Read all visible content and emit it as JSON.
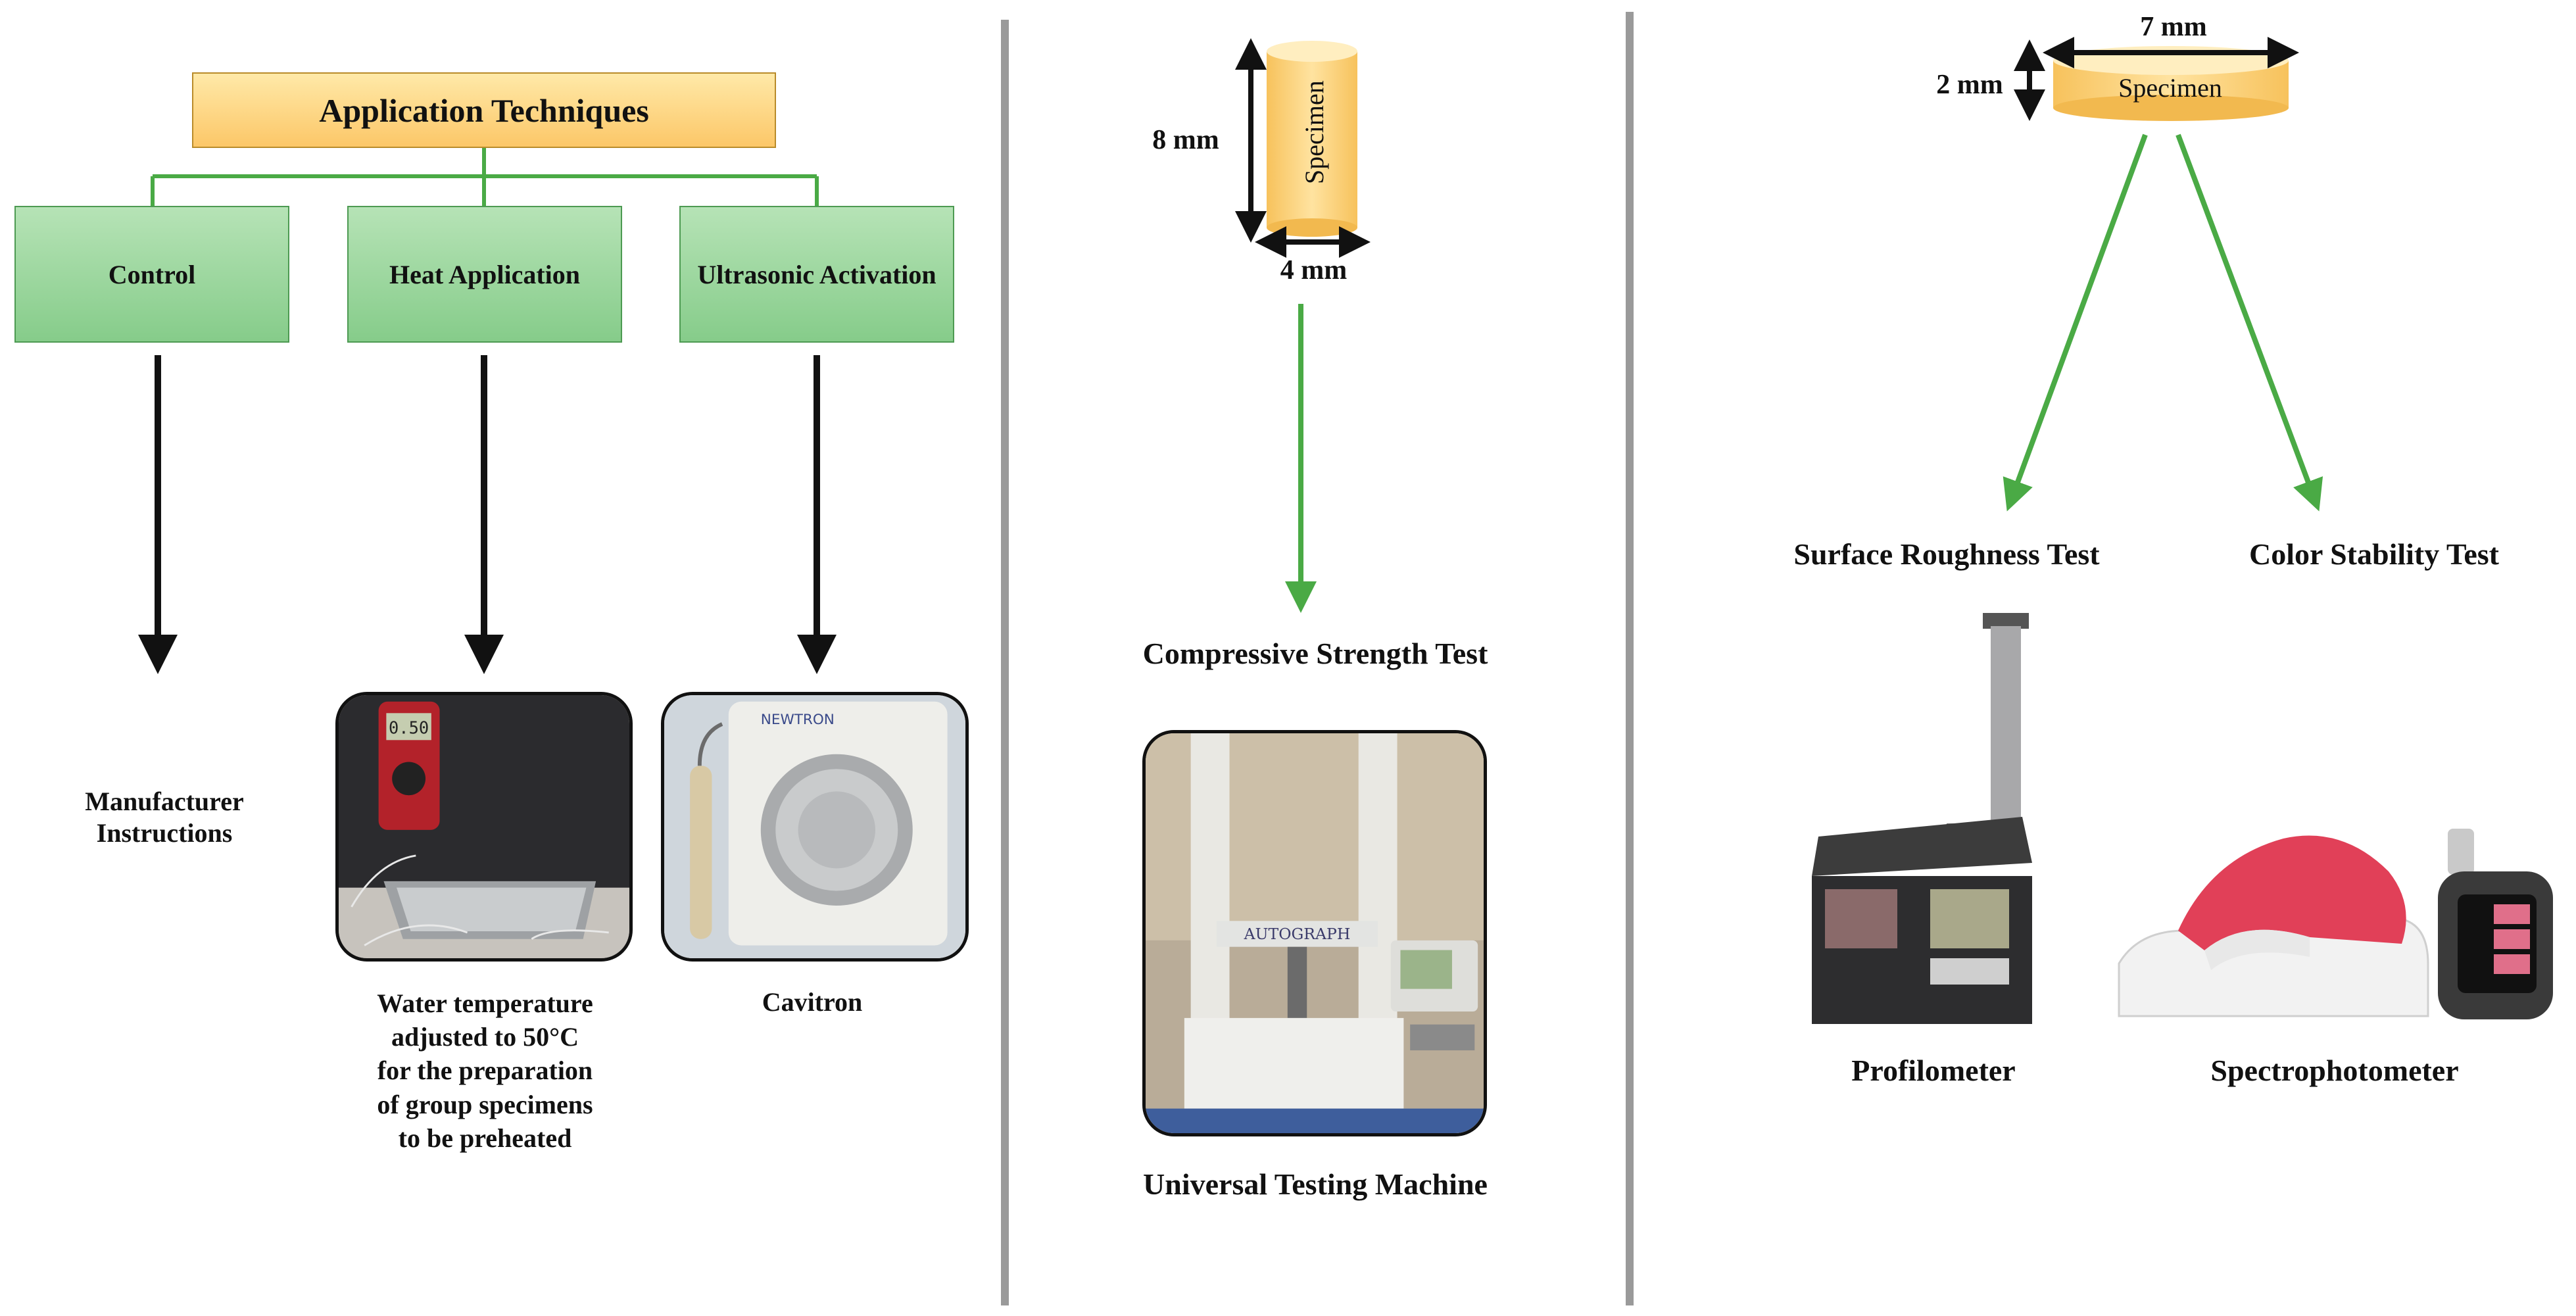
{
  "header": {
    "title": "Application Techniques"
  },
  "techniques": [
    {
      "label": "Control",
      "caption": [
        "Manufacturer",
        "Instructions"
      ]
    },
    {
      "label": "Heat Application",
      "caption": [
        "Water temperature",
        "adjusted to 50°C",
        "for the preparation",
        "of group specimens",
        "to be preheated"
      ]
    },
    {
      "label": "Ultrasonic Activation",
      "caption": [
        "Cavitron"
      ]
    }
  ],
  "photo_labels": {
    "multimeter_display": "0.50",
    "cavitron_brand": "NEWTRON",
    "machine_brand": "AUTOGRAPH"
  },
  "cylinder_specimen": {
    "label": "Specimen",
    "height": "8 mm",
    "width": "4 mm"
  },
  "compressive": {
    "test": "Compressive Strength Test",
    "instrument": "Universal Testing Machine"
  },
  "disc_specimen": {
    "label": "Specimen",
    "width": "7 mm",
    "thickness": "2 mm"
  },
  "tests": [
    {
      "name": "Surface Roughness Test",
      "instrument": "Profilometer"
    },
    {
      "name": "Color Stability Test",
      "instrument": "Spectrophotometer"
    }
  ],
  "colors": {
    "connector_green": "#4aaa45",
    "arrow_black": "#111111",
    "divider_gray": "#9a9a9a",
    "specimen_orange": "#fcd27a"
  }
}
